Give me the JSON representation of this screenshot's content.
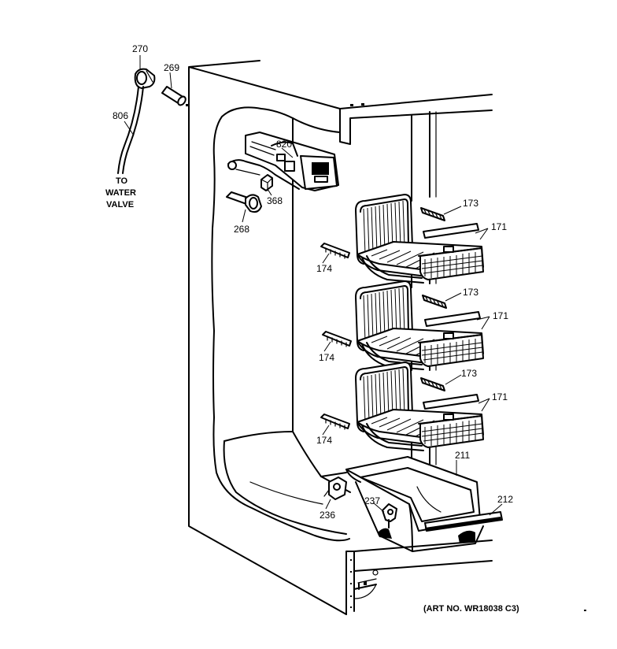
{
  "callouts": {
    "c270": "270",
    "c269": "269",
    "c806": "806",
    "water_to": "TO",
    "water_water": "WATER",
    "water_valve": "VALVE",
    "c820": "820",
    "c368": "368",
    "c268": "268",
    "c173a": "173",
    "c171a": "171",
    "c174a": "174",
    "c173b": "173",
    "c171b": "171",
    "c174b": "174",
    "c173c": "173",
    "c171c": "171",
    "c174c": "174",
    "c211": "211",
    "c212": "212",
    "c237": "237",
    "c236": "236"
  },
  "art_no": "(ART NO. WR18038 C3)"
}
